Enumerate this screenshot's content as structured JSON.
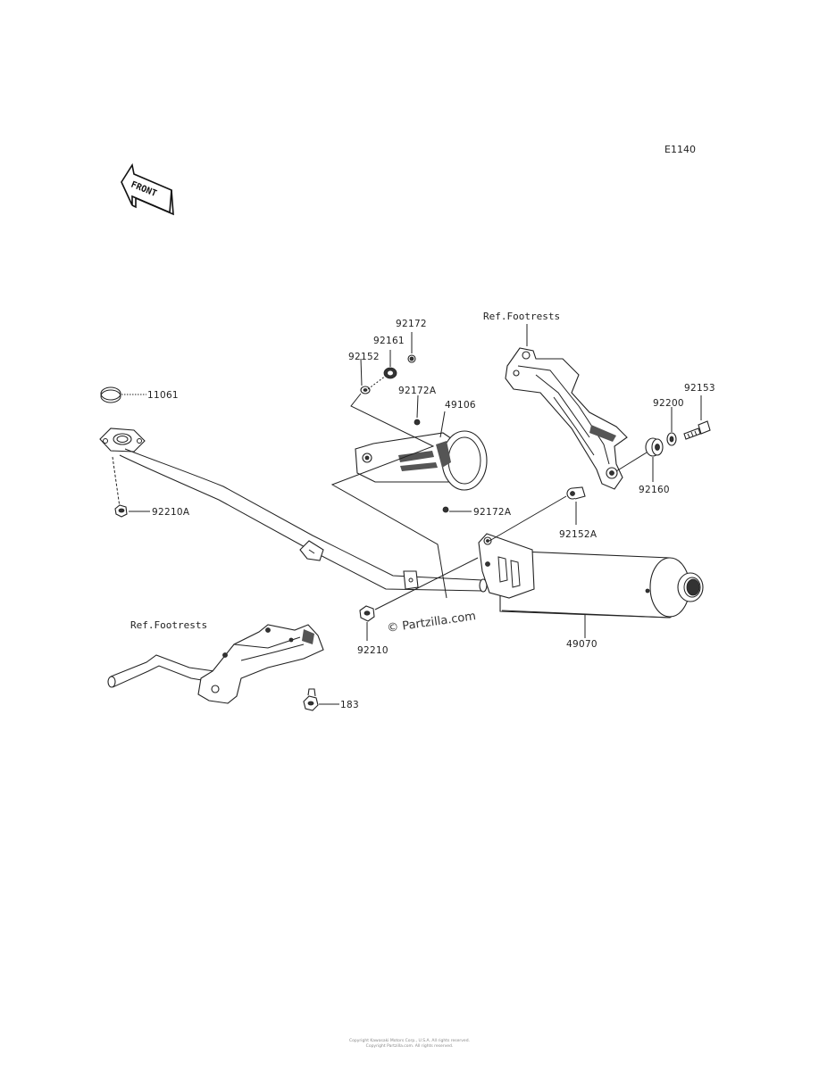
{
  "figure_code": "E1140",
  "front_marker": "FRONT",
  "watermark": "© Partzilla.com",
  "parts": {
    "p11061": "11061",
    "p92210A": "92210A",
    "p92152": "92152",
    "p92161": "92161",
    "p92172": "92172",
    "p92172A_top": "92172A",
    "p49106": "49106",
    "p92172A_bottom": "92172A",
    "p92210": "92210",
    "p49070": "49070",
    "p92153": "92153",
    "p92200": "92200",
    "p92160": "92160",
    "p92152A": "92152A",
    "p183": "183"
  },
  "references": {
    "ref_top": "Ref.Footrests",
    "ref_bottom": "Ref.Footrests"
  },
  "footer": {
    "line1": "Copyright Kawasaki Motors Corp., U.S.A. All rights reserved.",
    "line2": "Copyright Partzilla.com. All rights reserved."
  }
}
